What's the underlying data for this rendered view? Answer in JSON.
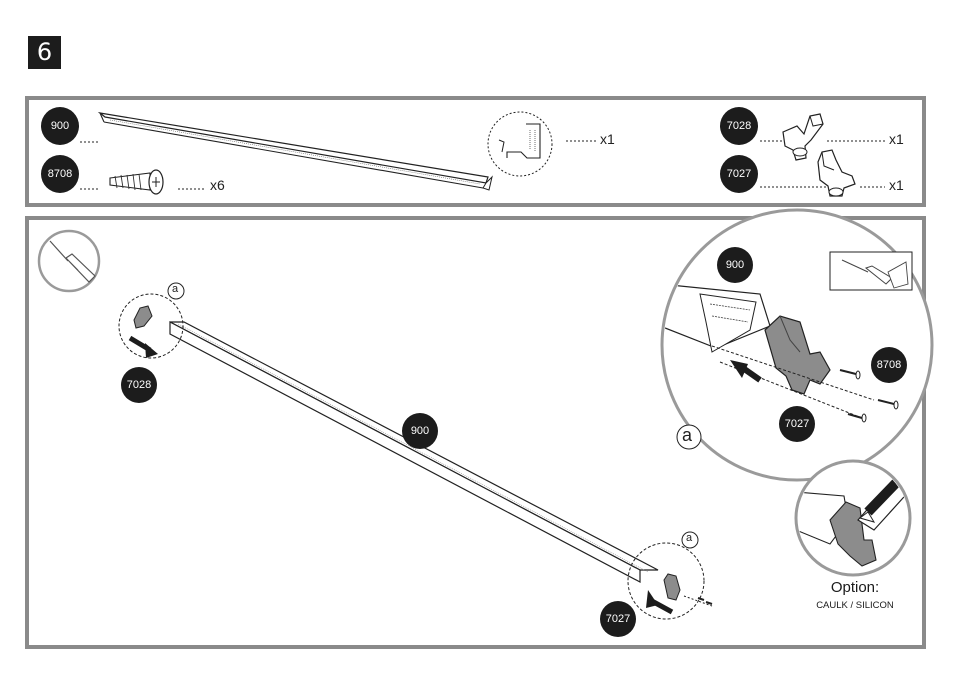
{
  "step": {
    "number": "6"
  },
  "parts": [
    {
      "id": "900",
      "qty": "x1",
      "icon": "rail-profile"
    },
    {
      "id": "8708",
      "qty": "x6",
      "icon": "screw"
    },
    {
      "id": "7028",
      "qty": "x1",
      "icon": "end-cap-left"
    },
    {
      "id": "7027",
      "qty": "x1",
      "icon": "end-cap-right"
    }
  ],
  "assembly": {
    "rail_label": "900",
    "left_cap_label": "7028",
    "right_cap_label": "7027",
    "detail_marker_left": "a",
    "detail_marker_right": "a",
    "tool_icon": "screwdriver"
  },
  "detail_a": {
    "marker": "a",
    "rail_label": "900",
    "screw_label": "8708",
    "cap_label": "7027",
    "tool_icon": "screwdriver-hand"
  },
  "option": {
    "title": "Option:",
    "subtitle": "CAULK / SILICON",
    "icon": "caulk-gun"
  },
  "colors": {
    "panel_border": "#8a8a8a",
    "badge": "#1c1c1c",
    "cap_gray": "#8c8c8c"
  }
}
